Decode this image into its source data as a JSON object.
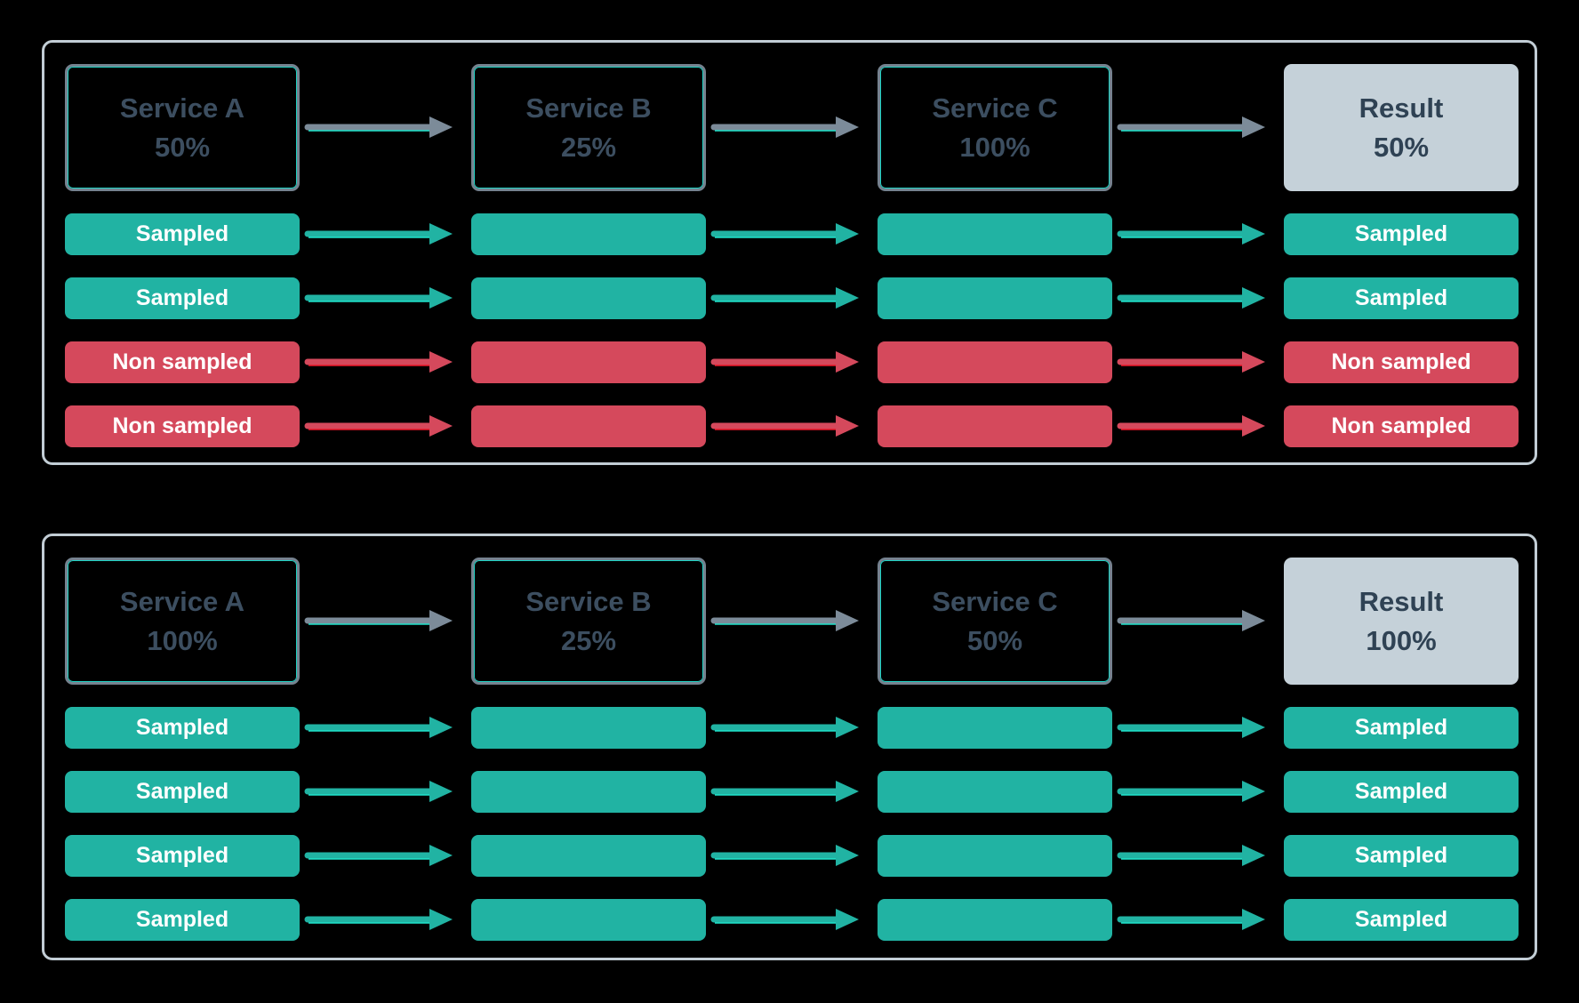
{
  "colors": {
    "background": "#000000",
    "panel_border": "#c2cdd5",
    "service_box_border": "#75828f",
    "service_box_inner_line": "#1ed3c4",
    "service_text": "#3c4e60",
    "result_box_bg": "#c5d1d9",
    "result_text": "#2f4254",
    "sampled_bg": "#21b3a3",
    "non_sampled_bg": "#d5495c",
    "bar_text": "#ffffff",
    "arrow_gray": "#7c8b99",
    "arrow_teal": "#21b3a3",
    "arrow_red": "#d5495c",
    "arrow_core_teal": "#1fe3cb",
    "arrow_core_red": "#ee1628"
  },
  "icons": {
    "flow_arrow": "arrow-right-icon"
  },
  "panels": [
    {
      "services": [
        {
          "kind": "service",
          "label": "Service A",
          "percentage": "50%"
        },
        {
          "kind": "service",
          "label": "Service B",
          "percentage": "25%"
        },
        {
          "kind": "service",
          "label": "Service C",
          "percentage": "100%"
        },
        {
          "kind": "result",
          "label": "Result",
          "percentage": "50%"
        }
      ],
      "rows": [
        {
          "kind": "sampled",
          "left_label": "Sampled",
          "right_label": "Sampled"
        },
        {
          "kind": "sampled",
          "left_label": "Sampled",
          "right_label": "Sampled"
        },
        {
          "kind": "non_sampled",
          "left_label": "Non sampled",
          "right_label": "Non sampled"
        },
        {
          "kind": "non_sampled",
          "left_label": "Non sampled",
          "right_label": "Non sampled"
        }
      ]
    },
    {
      "services": [
        {
          "kind": "service",
          "label": "Service A",
          "percentage": "100%"
        },
        {
          "kind": "service",
          "label": "Service B",
          "percentage": "25%"
        },
        {
          "kind": "service",
          "label": "Service C",
          "percentage": "50%"
        },
        {
          "kind": "result",
          "label": "Result",
          "percentage": "100%"
        }
      ],
      "rows": [
        {
          "kind": "sampled",
          "left_label": "Sampled",
          "right_label": "Sampled"
        },
        {
          "kind": "sampled",
          "left_label": "Sampled",
          "right_label": "Sampled"
        },
        {
          "kind": "sampled",
          "left_label": "Sampled",
          "right_label": "Sampled"
        },
        {
          "kind": "sampled",
          "left_label": "Sampled",
          "right_label": "Sampled"
        }
      ]
    }
  ]
}
